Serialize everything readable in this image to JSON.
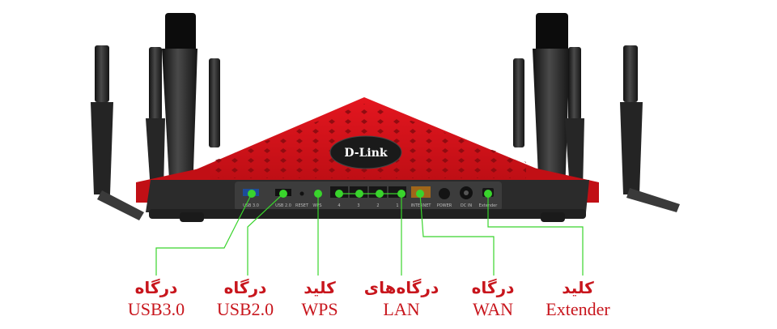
{
  "router": {
    "brand": "D-Link",
    "port_labels": [
      "USB 3.0",
      "USB 2.0",
      "RESET",
      "WPS",
      "4",
      "3",
      "2",
      "1",
      "INTERNET",
      "POWER",
      "DC IN",
      "Extender"
    ]
  },
  "callouts": [
    {
      "fa": "درگاه",
      "en": "USB3.0"
    },
    {
      "fa": "درگاه",
      "en": "USB2.0"
    },
    {
      "fa": "کلید",
      "en": "WPS"
    },
    {
      "fa": "درگاه‌های",
      "en": "LAN"
    },
    {
      "fa": "درگاه",
      "en": "WAN"
    },
    {
      "fa": "کلید",
      "en": "Extender"
    }
  ],
  "colors": {
    "router_red": "#d01118",
    "router_dark": "#2a2a2a",
    "callout_green": "#39d42c",
    "label_red": "#c8161d"
  }
}
